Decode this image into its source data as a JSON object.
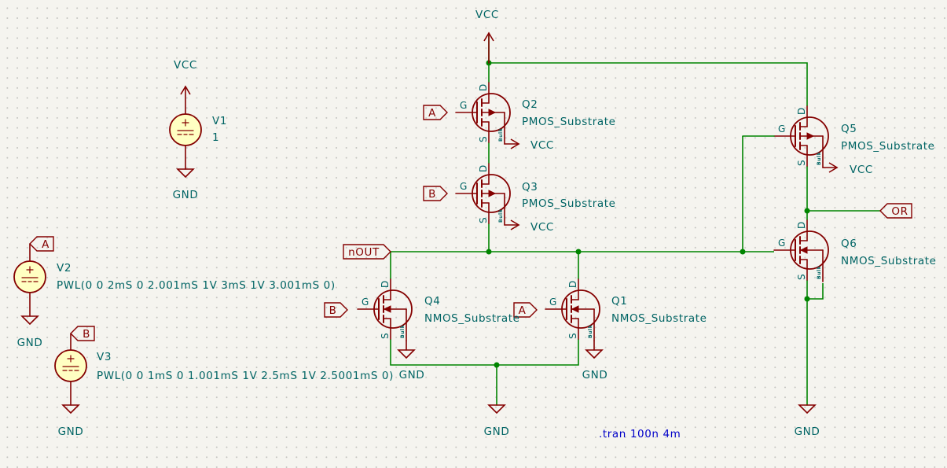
{
  "colors": {
    "wire": "#008400",
    "symbol": "#840000",
    "text": "#006464",
    "directive": "#0000c8",
    "source_fill": "#ffffc2"
  },
  "power": {
    "vcc": "VCC",
    "gnd": "GND"
  },
  "sources": [
    {
      "ref": "V1",
      "value": "1"
    },
    {
      "ref": "V2",
      "value": "PWL(0 0 2mS 0 2.001mS 1V 3mS 1V 3.001mS 0)",
      "label": "A"
    },
    {
      "ref": "V3",
      "value": "PWL(0 0 1mS 0 1.001mS 1V 2.5mS 1V 2.5001mS 0)",
      "label": "B"
    }
  ],
  "transistors": [
    {
      "ref": "Q2",
      "value": "PMOS_Substrate",
      "gate": "A"
    },
    {
      "ref": "Q3",
      "value": "PMOS_Substrate",
      "gate": "B"
    },
    {
      "ref": "Q5",
      "value": "PMOS_Substrate"
    },
    {
      "ref": "Q6",
      "value": "NMOS_Substrate"
    },
    {
      "ref": "Q4",
      "value": "NMOS_Substrate",
      "gate": "B"
    },
    {
      "ref": "Q1",
      "value": "NMOS_Substrate",
      "gate": "A"
    }
  ],
  "pins": {
    "g": "G",
    "d": "D",
    "s": "S",
    "bulk": "Bulk"
  },
  "nets": {
    "nout": "nOUT",
    "or": "OR"
  },
  "directive": ".tran 100n 4m"
}
